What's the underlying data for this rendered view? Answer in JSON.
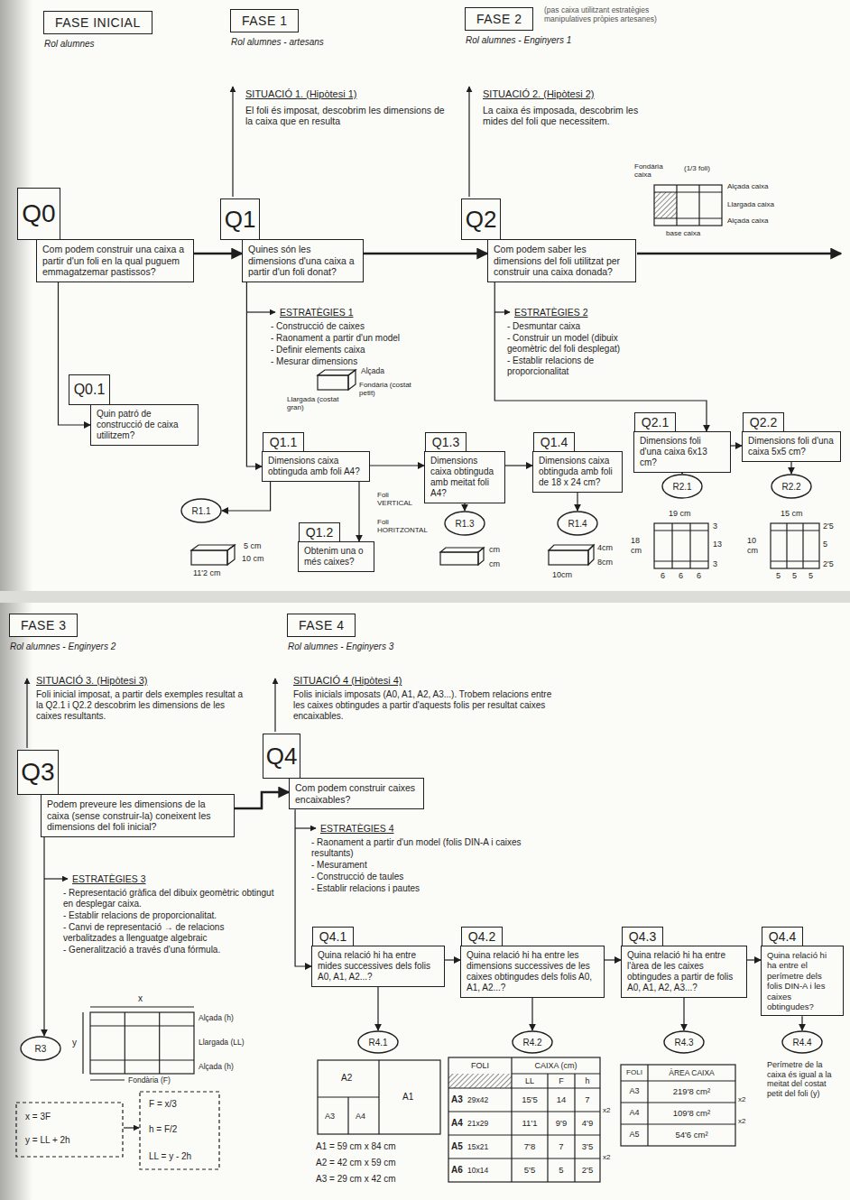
{
  "diagram": {
    "nodes": [
      {
        "text": [
          "FASE INICIAL",
          "Rol alumnes"
        ]
      },
      {
        "text": [
          "FASE 1",
          "Rol alumnes - artesans"
        ]
      },
      {
        "text": [
          "FASE 2",
          "Rol alumnes - Enginyers 1"
        ]
      },
      {
        "text": [
          "Q0",
          "Com podem construir una caixa a partir d'un foli en la qual puguem emmagatzemar pastissos?"
        ]
      },
      {
        "text": [
          "Q1",
          "Quines són les dimensions d'una caixa a partir d'un foli donat?"
        ]
      },
      {
        "text": [
          "Q2",
          "Com podem saber les dimensions del foli utilitzat per construir una caixa donada?"
        ]
      },
      {
        "text": [
          "Q0.1",
          "Quin patró de construcció de caixa utilitzem?"
        ]
      },
      {
        "text": [
          "Q1.1",
          "Dimensions caixa obtinguda amb foli A4?"
        ]
      },
      {
        "text": [
          "Q1.3",
          "Dimensions caixa obtinguda amb meitat foli A4?"
        ]
      },
      {
        "text": [
          "Q1.4",
          "Dimensions caixa obtinguda amb foli de 18 x 24 cm?"
        ]
      },
      {
        "text": [
          "Q2.1",
          "Dimensions foli d'una caixa 6x13 cm?"
        ]
      },
      {
        "text": [
          "Q2.2",
          "Dimensions foli d'una caixa 5x5 cm?"
        ]
      },
      {
        "text": [
          "R1.1"
        ]
      },
      {
        "text": [
          "Q1.2",
          "Obtenim una o més caixes?"
        ]
      },
      {
        "text": [
          "R1.3"
        ]
      },
      {
        "text": [
          "R1.4"
        ]
      },
      {
        "text": [
          "R2.1"
        ]
      },
      {
        "text": [
          "R2.2"
        ]
      },
      {
        "text": [
          "FASE 3",
          "Rol alumnes - Enginyers 2"
        ]
      },
      {
        "text": [
          "FASE 4",
          "Rol alumnes - Enginyers 3"
        ]
      },
      {
        "text": [
          "Q3",
          "Podem preveure les dimensions de la caixa (sense construir-la) coneixent les dimensions del foli inicial?"
        ]
      },
      {
        "text": [
          "Q4",
          "Com podem construir caixes encaixables?"
        ]
      },
      {
        "text": [
          "R3"
        ]
      },
      {
        "text": [
          "Q4.1",
          "Quina relació hi ha entre mides successives dels folis A0, A1, A2...?"
        ]
      },
      {
        "text": [
          "Q4.2",
          "Quina relació hi ha entre les dimensions successives de les caixes obtingudes dels folis A0, A1, A2...?"
        ]
      },
      {
        "text": [
          "Q4.3",
          "Quina relació hi ha entre l'àrea de les caixes obtingudes a partir de folis A0, A1, A2, A3...?"
        ]
      },
      {
        "text": [
          "Q4.4",
          "Quina relació hi ha entre el perímetre dels folis DIN-A i les caixes obtingudes?"
        ]
      },
      {
        "text": [
          "R4.1"
        ]
      },
      {
        "text": [
          "R4.2"
        ]
      },
      {
        "text": [
          "R4.3"
        ]
      },
      {
        "text": [
          "R4.4"
        ]
      }
    ],
    "edges": [
      {
        "from": 3,
        "to": 4,
        "arrow": "to"
      },
      {
        "from": 4,
        "to": 5,
        "arrow": "to"
      },
      {
        "from": 3,
        "to": 6,
        "arrow": "to"
      },
      {
        "from": 4,
        "to": 7,
        "arrow": "to"
      },
      {
        "from": 7,
        "to": 8,
        "arrow": "to"
      },
      {
        "from": 8,
        "to": 9,
        "arrow": "to"
      },
      {
        "from": 7,
        "to": 12,
        "arrow": "to"
      },
      {
        "from": 7,
        "to": 13,
        "arrow": "to"
      },
      {
        "from": 8,
        "to": 14,
        "arrow": "to"
      },
      {
        "from": 9,
        "to": 15,
        "arrow": "to"
      },
      {
        "from": 5,
        "to": 10,
        "arrow": "to"
      },
      {
        "from": 10,
        "to": 11,
        "arrow": "to"
      },
      {
        "from": 10,
        "to": 16,
        "arrow": "to"
      },
      {
        "from": 11,
        "to": 17,
        "arrow": "to"
      },
      {
        "from": 20,
        "to": 21,
        "arrow": "to"
      },
      {
        "from": 20,
        "to": 22,
        "arrow": "to"
      },
      {
        "from": 21,
        "to": 23,
        "arrow": "to"
      },
      {
        "from": 23,
        "to": 24,
        "arrow": "to"
      },
      {
        "from": 24,
        "to": 25,
        "arrow": "to"
      },
      {
        "from": 25,
        "to": 26,
        "arrow": "to"
      },
      {
        "from": 23,
        "to": 27,
        "arrow": "to"
      },
      {
        "from": 24,
        "to": 28,
        "arrow": "to"
      },
      {
        "from": 25,
        "to": 29,
        "arrow": "to"
      },
      {
        "from": 26,
        "to": 30,
        "arrow": "to"
      }
    ],
    "labels": [
      "(pas caixa utilitzant estratègies manipulatives pròpies artesanes)",
      "SITUACIÓ 1. (Hipòtesi 1)",
      "El foli és imposat, descobrim les dimensions de la caixa que en resulta",
      "SITUACIÓ 2. (Hipòtesi 2)",
      "La caixa és imposada, descobrim les mides del foli que necessitem.",
      "ESTRATÈGIES 1",
      "- Construcció de caixes",
      "- Raonament a partir d'un model",
      "- Definir elements caixa",
      "- Mesurar dimensions",
      "Alçada",
      "Fondària (costat petit)",
      "Llargada (costat gran)",
      "ESTRATÈGIES 2",
      "- Desmuntar caixa",
      "- Construir un model (dibuix geomètric del foli desplegat)",
      "- Establir relacions de proporcionalitat",
      "Fondària caixa",
      "(1/3 foli)",
      "Alçada caixa",
      "Llargada caixa",
      "Alçada caixa",
      "base caixa",
      "5 cm",
      "10 cm",
      "11'2 cm",
      "Foli VERTICAL",
      "Foli HORITZONTAL",
      "cm",
      "cm",
      "4cm",
      "8cm",
      "10cm",
      "19 cm",
      "18 cm",
      "3",
      "13",
      "3",
      "6",
      "6",
      "6",
      "15 cm",
      "10 cm",
      "2'5",
      "5",
      "2'5",
      "5",
      "5",
      "5",
      "SITUACIÓ 3. (Hipòtesi 3)",
      "Foli inicial imposat, a partir dels exemples resultat a la Q2.1 i Q2.2 descobrim les dimensions de les caixes resultants.",
      "SITUACIÓ 4 (Hipòtesi 4)",
      "Folis inicials imposats (A0, A1, A2, A3...). Trobem relacions entre les caixes obtingudes a partir d'aquests folis per resultat caixes encaixables.",
      "ESTRATÈGIES 3",
      "- Representació gràfica del dibuix geomètric obtingut en desplegar caixa.",
      "- Establir relacions de proporcionalitat.",
      "- Canvi de representació → de relacions verbalitzades a llenguatge algebraic",
      "- Generalització a través d'una fórmula.",
      "x",
      "y",
      "Alçada (h)",
      "Llargada (LL)",
      "Alçada (h)",
      "Fondària (F)",
      "x = 3F",
      "y = LL + 2h",
      "F = x/3",
      "h = F/2",
      "LL = y - 2h",
      "ESTRATÈGIES 4",
      "- Raonament a partir d'un model (folis DIN-A i caixes resultants)",
      "- Mesurament",
      "- Construcció de taules",
      "- Establir relacions i pautes",
      "A2",
      "A1",
      "A3",
      "A4",
      "A1 = 59 cm x 84 cm",
      "A2 = 42 cm x 59 cm",
      "A3 = 29 cm x 42 cm",
      "FOLI",
      "CAIXA (cm)",
      "LL",
      "F",
      "h",
      "A3",
      "29x42",
      "15'5",
      "14",
      "7",
      "A4",
      "21x29",
      "11'1",
      "9'9",
      "4'9",
      "A5",
      "15x21",
      "7'8",
      "7",
      "3'5",
      "A6",
      "10x14",
      "5'5",
      "5",
      "2'5",
      "x2",
      "x2",
      "FOLI",
      "ÀREA CAIXA",
      "A3",
      "219'8 cm²",
      "A4",
      "109'8 cm²",
      "A5",
      "54'6 cm²",
      "x2",
      "x2",
      "Perímetre de la caixa és igual a la meitat del costat petit del foli (y)"
    ]
  }
}
